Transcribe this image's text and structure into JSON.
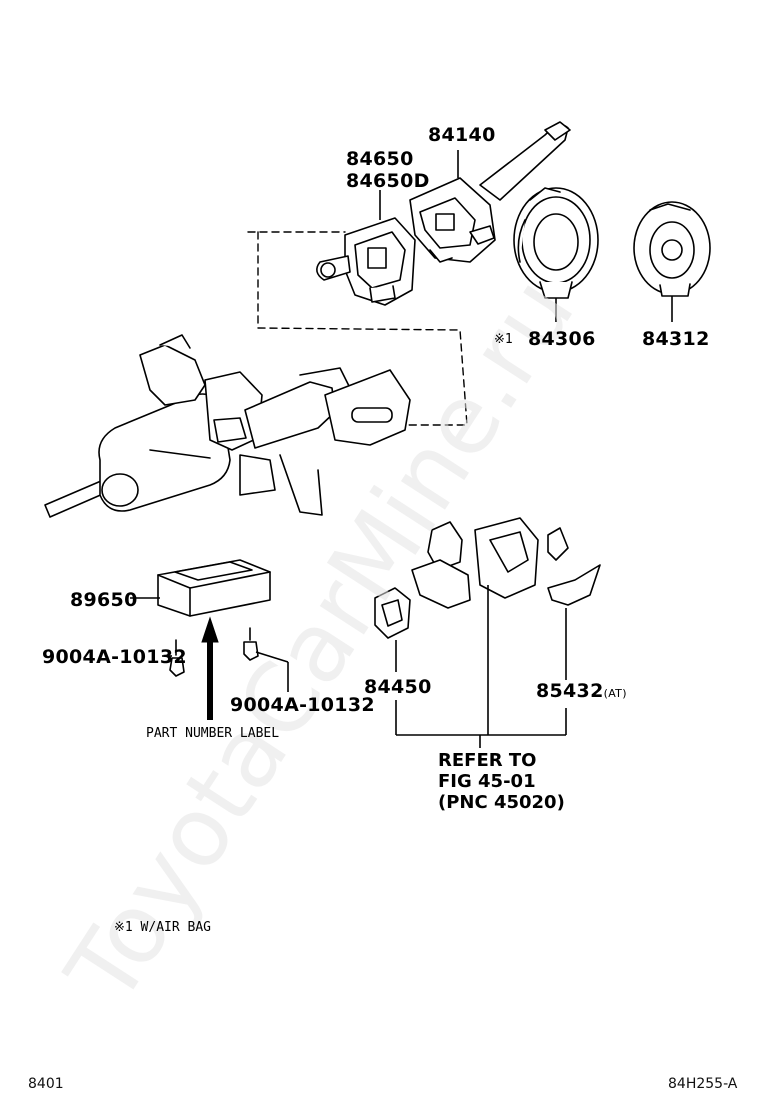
{
  "watermark": "ToyotaCarMine.ru",
  "parts": {
    "p84140": "84140",
    "p84650": "84650",
    "p84650D": "84650D",
    "p84306_note": "※1",
    "p84306": "84306",
    "p84312": "84312",
    "p89650": "89650",
    "bolt_left": "9004A-10132",
    "bolt_right": "9004A-10132",
    "p84450": "84450",
    "p85432": "85432",
    "p85432_suffix": "(AT)"
  },
  "part_number_label": "PART NUMBER LABEL",
  "refer": {
    "line1": "REFER TO",
    "line2": "FIG 45-01",
    "line3": "(PNC 45020)"
  },
  "footnote": "※1 W/AIR BAG",
  "footer": {
    "left": "8401",
    "right": "84H255-A"
  }
}
